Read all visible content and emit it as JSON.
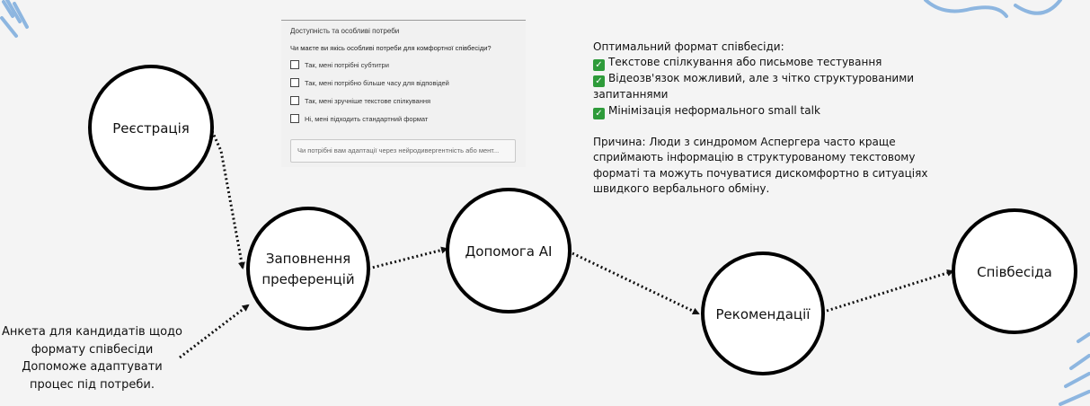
{
  "nodes": [
    {
      "id": "registration",
      "label_lines": [
        "Реєстрація"
      ]
    },
    {
      "id": "preferences",
      "label_lines": [
        "Заповнення",
        "преференцій"
      ]
    },
    {
      "id": "ai_help",
      "label_lines": [
        "Допомога AI"
      ]
    },
    {
      "id": "recommendations",
      "label_lines": [
        "Рекомендації"
      ]
    },
    {
      "id": "interview",
      "label_lines": [
        "Співбесіда"
      ]
    }
  ],
  "edges": [
    {
      "from": "registration",
      "to": "preferences"
    },
    {
      "from": "preferences",
      "to": "ai_help"
    },
    {
      "from": "ai_help",
      "to": "recommendations"
    },
    {
      "from": "recommendations",
      "to": "interview"
    },
    {
      "from": "annotation",
      "to": "preferences"
    }
  ],
  "form": {
    "title": "Доступність та особливі потреби",
    "question": "Чи маєте ви якісь особливі потреби для комфортної співбесіди?",
    "options": [
      {
        "label": "Так, мені потрібні субтитри",
        "checked": false
      },
      {
        "label": "Так, мені потрібно більше часу для відповідей",
        "checked": false
      },
      {
        "label": "Так, мені зручніше текстове спілкування",
        "checked": false
      },
      {
        "label": "Ні, мені підходить стандартний формат",
        "checked": false
      }
    ],
    "input_placeholder": "Чи потрібні вам адаптації через нейродивергентність або мент..."
  },
  "info": {
    "heading": "Оптимальний формат співбесіди:",
    "items": [
      "Текстове спілкування або письмове тестування",
      "Відеозв'язок можливий, але з чітко структурованими",
      "Мінімізація неформального small talk"
    ],
    "item2_continuation": "запитаннями",
    "reason_lines": [
      "Причина: Люди з синдромом Аспергера часто краще",
      "сприймають інформацію в структурованому текстовому",
      "форматі та можуть почуватися дискомфортно в ситуаціях",
      "швидкого вербального обміну."
    ],
    "check_icon": "check-mark-icon",
    "check_color": "#2e9b3a"
  },
  "annotation": {
    "lines": [
      "Анкета для кандидатів щодо",
      "формату співбесіди",
      "Допоможе адаптувати",
      "процес під потреби."
    ]
  },
  "colors": {
    "background": "#f4f4f4",
    "decoration": "#8db6e0"
  }
}
